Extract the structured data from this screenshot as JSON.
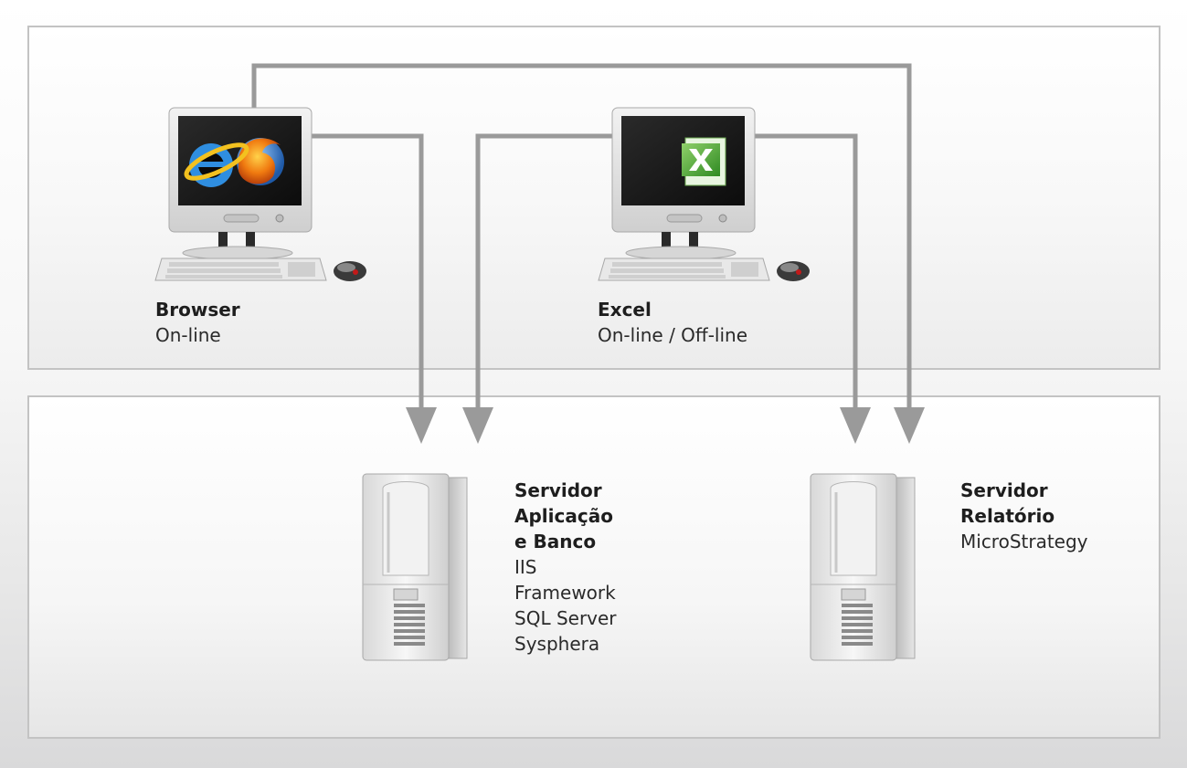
{
  "colors": {
    "connector": "#9a9a9a",
    "panel_border": "#c3c3c3"
  },
  "clients": [
    {
      "icon": "browser-workstation",
      "title": "Browser",
      "subtitle": "On-line"
    },
    {
      "icon": "excel-workstation",
      "title": "Excel",
      "subtitle": "On-line / Off-line"
    }
  ],
  "servers": [
    {
      "icon": "tower-server",
      "title_lines": [
        "Servidor",
        "Aplicação",
        "e Banco"
      ],
      "details": [
        "IIS",
        "Framework",
        "SQL Server",
        "Sysphera"
      ]
    },
    {
      "icon": "tower-server",
      "title_lines": [
        "Servidor",
        "Relatório"
      ],
      "details": [
        "MicroStrategy"
      ]
    }
  ],
  "connections": [
    {
      "from": "Browser",
      "to": "Servidor Aplicação e Banco"
    },
    {
      "from": "Browser",
      "to": "Servidor Relatório"
    },
    {
      "from": "Excel",
      "to": "Servidor Aplicação e Banco"
    },
    {
      "from": "Excel",
      "to": "Servidor Relatório"
    }
  ]
}
